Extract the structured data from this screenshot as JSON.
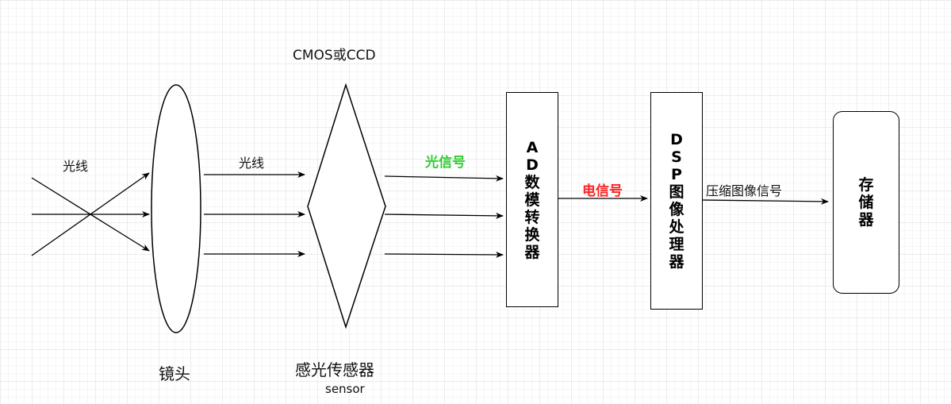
{
  "labels": {
    "light_rays_left": "光线",
    "light_rays_mid": "光线",
    "sensor_type": "CMOS或CCD",
    "lens": "镜头",
    "sensor_cn": "感光传感器",
    "sensor_en": "sensor",
    "optical_signal": "光信号",
    "electrical_signal": "电信号",
    "compressed_signal": "压缩图像信号"
  },
  "boxes": {
    "ad": "AD数模转换器",
    "dsp": "DSP图像处理器",
    "storage": "存储器"
  },
  "colors": {
    "optical_signal": "#33cc33",
    "electrical_signal": "#ff2222",
    "line": "#000000"
  }
}
